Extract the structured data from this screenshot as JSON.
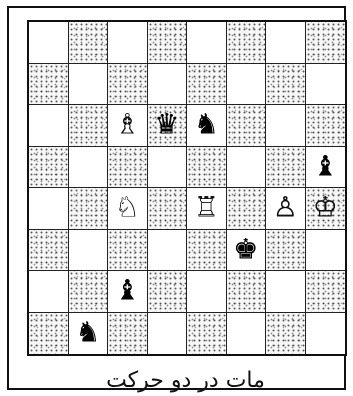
{
  "caption": "مات در دو حرکت",
  "pieces": [
    {
      "square": "c6",
      "symbol": "♗",
      "color": "white"
    },
    {
      "square": "d6",
      "symbol": "♛",
      "color": "black"
    },
    {
      "square": "e6",
      "symbol": "♞",
      "color": "black"
    },
    {
      "square": "h5",
      "symbol": "♝",
      "color": "black"
    },
    {
      "square": "c4",
      "symbol": "♘",
      "color": "white"
    },
    {
      "square": "e4",
      "symbol": "♖",
      "color": "white"
    },
    {
      "square": "g4",
      "symbol": "♙",
      "color": "white"
    },
    {
      "square": "h4",
      "symbol": "♔",
      "color": "white"
    },
    {
      "square": "f3",
      "symbol": "♚",
      "color": "black"
    },
    {
      "square": "c2",
      "symbol": "♝",
      "color": "black"
    },
    {
      "square": "b1",
      "symbol": "♞",
      "color": "black"
    }
  ]
}
